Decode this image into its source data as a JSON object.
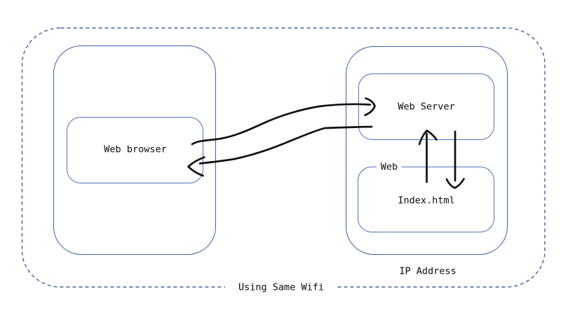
{
  "palette": {
    "background": "#ffffff",
    "boundary_dashed_border": "#40609f",
    "group_border": "#3a5fa8",
    "node_border": "#4d72b6",
    "arrow_ink": "#101010",
    "text": "#0a0a0a"
  },
  "diagram": {
    "boundary_caption": "Using Same Wifi",
    "client_group": {
      "browser_node_label": "Web browser"
    },
    "server_group": {
      "server_node_label": "Web Server",
      "file_node_label": "Index.html",
      "file_node_border_tag": "Web",
      "group_caption": "IP Address"
    },
    "arrows": [
      {
        "name": "request-arrow",
        "direction": "right"
      },
      {
        "name": "response-arrow",
        "direction": "left"
      },
      {
        "name": "file-up-arrow",
        "direction": "up"
      },
      {
        "name": "file-down-arrow",
        "direction": "down"
      }
    ]
  }
}
